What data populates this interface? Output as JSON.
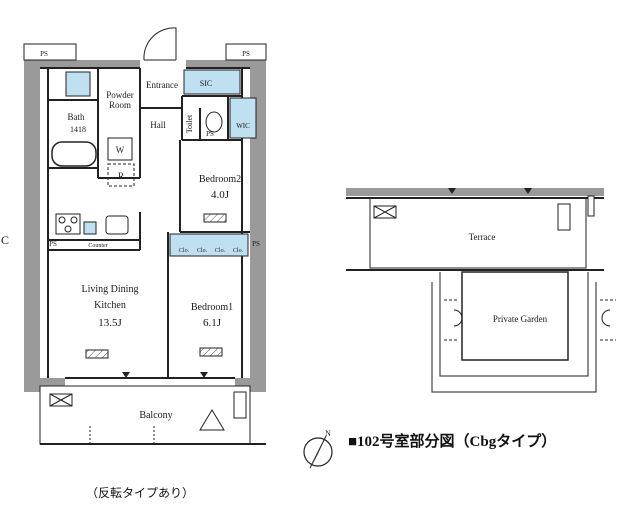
{
  "labels": {
    "ps_top_left": "PS",
    "ps_top_right": "PS",
    "powder_room_line1": "Powder",
    "powder_room_line2": "Room",
    "entrance": "Entrance",
    "sic": "SIC",
    "bath": "Bath",
    "bath_size": "1418",
    "hall": "Hall",
    "toilet": "Toilet",
    "ps_hall": "PS",
    "wic": "WIC",
    "washer": "W",
    "fridge": "R",
    "bedroom2": "Bedroom2",
    "bedroom2_size": "4.0J",
    "ps_kitchen": "PS",
    "counter": "Counter",
    "clo1": "Clo.",
    "clo2": "Clo.",
    "clo3": "Clo.",
    "clo4": "Clo.",
    "ps_bedroom1": "PS",
    "living_line1": "Living Dining",
    "living_line2": "Kitchen",
    "living_size": "13.5J",
    "bedroom1": "Bedroom1",
    "bedroom1_size": "6.1J",
    "balcony": "Balcony",
    "terrace": "Terrace",
    "private_garden": "Private Garden",
    "letter_c": "C"
  },
  "captions": {
    "unit_title": "■102号室部分図（Cbgタイプ）",
    "reverse_note": "（反転タイプあり）",
    "north": "N"
  },
  "colors": {
    "wall": "#8c8c8c",
    "line": "#222222",
    "storage_fill": "#bfe0f0"
  }
}
